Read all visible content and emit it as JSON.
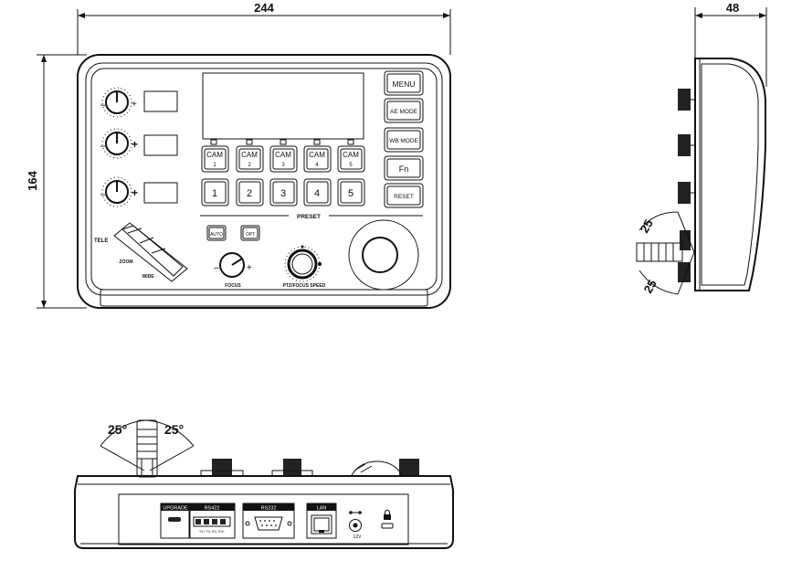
{
  "dimensions": {
    "width": "244",
    "height": "164",
    "depth": "48",
    "angle_side_top": "25",
    "angle_side_bottom": "25",
    "angle_rear_left": "25°",
    "angle_rear_right": "25°"
  },
  "front_panel": {
    "menu": "MENU",
    "ae_mode": "AE MODE",
    "wb_mode": "WB MODE",
    "fn": "Fn",
    "reset": "RESET",
    "cam_label": "CAM",
    "cams": [
      "1",
      "2",
      "3",
      "4",
      "5"
    ],
    "presets": [
      "1",
      "2",
      "3",
      "4",
      "5"
    ],
    "preset_label": "PRESET",
    "auto": "AUTO",
    "opt": "OPT",
    "tele": "TELE",
    "zoom": "ZOOM",
    "wide": "WIDE",
    "focus": "FOCUS",
    "ptz_speed": "PTZ/FOCUS SPEED",
    "minus": "–",
    "plus": "+"
  },
  "rear_panel": {
    "upgrade": "UPGRADE",
    "rs422": "RS422",
    "rs232": "RS232",
    "lan": "LAN",
    "power": "12V",
    "rs422_pins": "TX+ TX- RX- RX+"
  }
}
